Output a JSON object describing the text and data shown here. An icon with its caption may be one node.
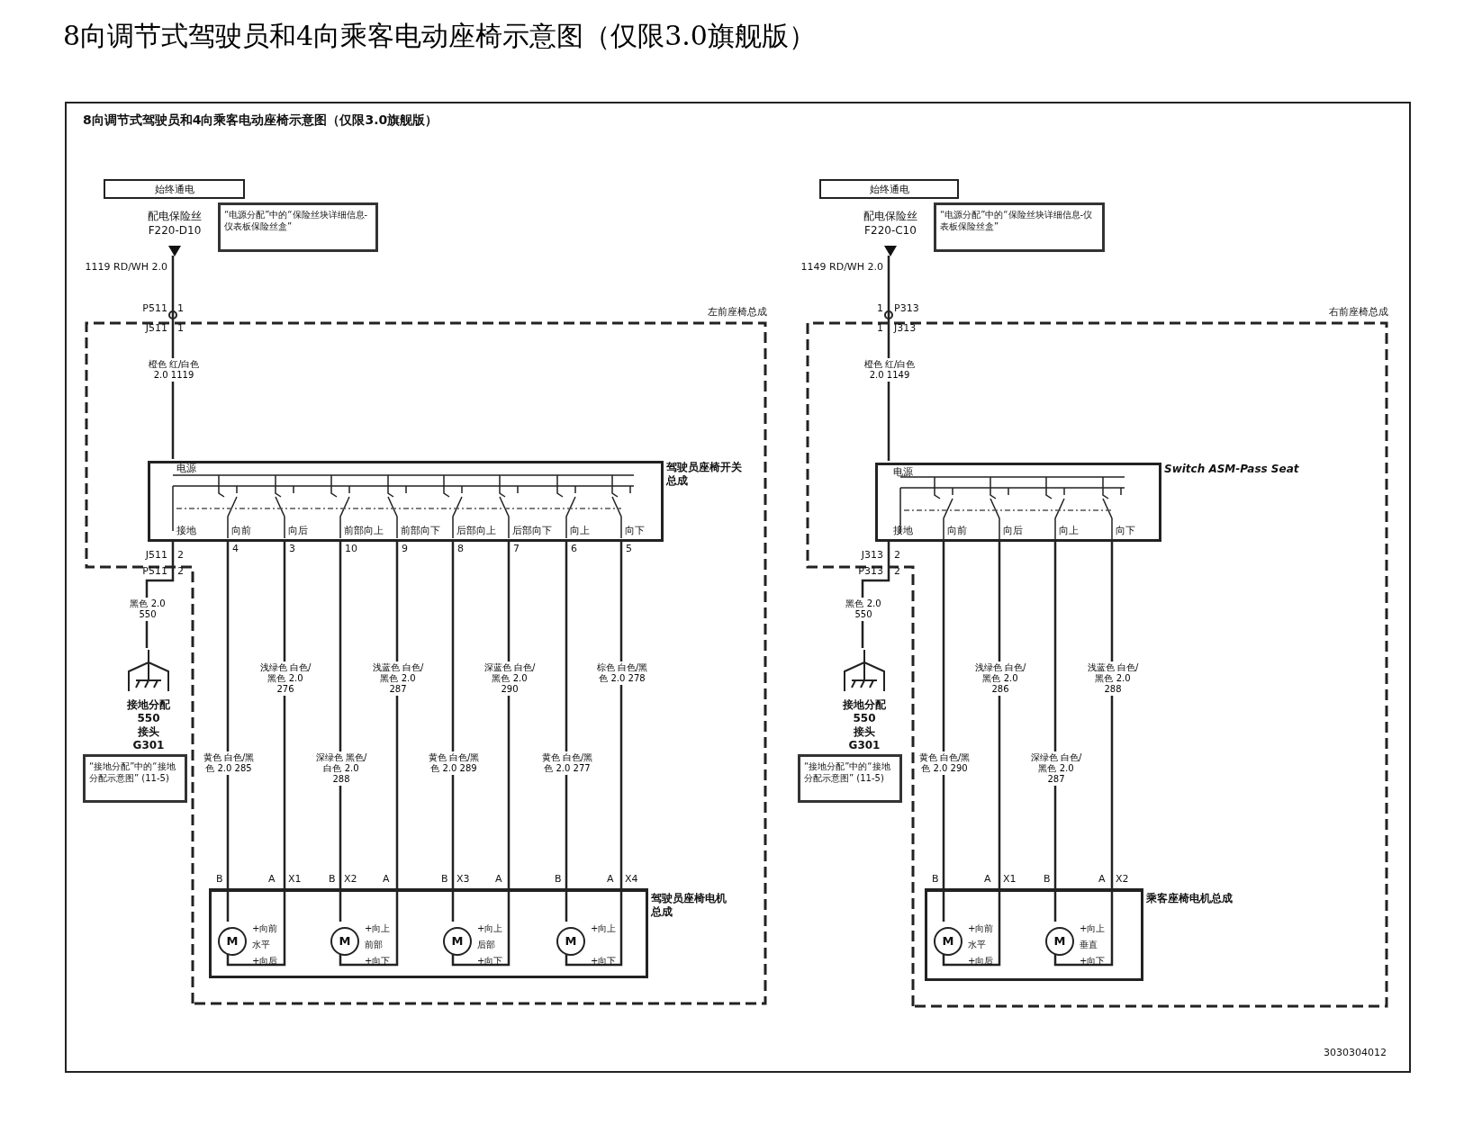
{
  "diagram": {
    "title": "8向调节式驾驶员和4向乘客电动座椅示意图（仅限3.0旗舰版）",
    "nodes": [
      {
        "text": [
          "8向调节式驾驶员和4向乘客电动座椅示意图（仅限3.0旗舰版）"
        ]
      },
      {
        "text": [
          "始终通电"
        ],
        "in": 0
      },
      {
        "text": [
          "配电保险丝",
          "F220-D10"
        ],
        "in": 0
      },
      {
        "text": [
          "“电源分配”中的“保险丝块详细信息-仪表板保险丝盒”"
        ],
        "in": 0
      },
      {
        "text": [
          "左前座椅总成"
        ],
        "in": 0
      },
      {
        "text": [
          "驾驶员座椅开关总成"
        ],
        "in": 4
      },
      {
        "text": [
          "驾驶员座椅电机总成"
        ],
        "in": 4
      },
      {
        "text": [
          "M"
        ],
        "in": 6,
        "beside": [
          "+向前",
          "水平",
          "+向后"
        ]
      },
      {
        "text": [
          "M"
        ],
        "in": 6,
        "beside": [
          "+向上",
          "前部",
          "+向下"
        ]
      },
      {
        "text": [
          "M"
        ],
        "in": 6,
        "beside": [
          "+向上",
          "后部",
          "+向下"
        ]
      },
      {
        "text": [
          "M"
        ],
        "in": 6,
        "beside": [
          "+向上",
          "+向下"
        ]
      },
      {
        "text": [
          "接地分配 550 接头 G301"
        ],
        "in": 0
      },
      {
        "text": [
          "“接地分配”中的“接地分配示意图” (11-5)"
        ],
        "in": 0
      },
      {
        "text": [
          "始终通电"
        ],
        "in": 0
      },
      {
        "text": [
          "配电保险丝",
          "F220-C10"
        ],
        "in": 0
      },
      {
        "text": [
          "“电源分配”中的“保险丝块详细信息-仪表板保险丝盒”"
        ],
        "in": 0
      },
      {
        "text": [
          "右前座椅总成"
        ],
        "in": 0
      },
      {
        "text": [
          "Switch ASM-Pass Seat"
        ],
        "in": 16
      },
      {
        "text": [
          "乘客座椅电机总成"
        ],
        "in": 16
      },
      {
        "text": [
          "M"
        ],
        "in": 18,
        "beside": [
          "+向前",
          "水平",
          "+向后"
        ]
      },
      {
        "text": [
          "M"
        ],
        "in": 18,
        "beside": [
          "+向上",
          "垂直",
          "+向下"
        ]
      },
      {
        "text": [
          "接地分配 550 接头 G301"
        ],
        "in": 0
      },
      {
        "text": [
          "“接地分配”中的“接地分配示意图” (11-5)"
        ],
        "in": 0
      }
    ],
    "edges": [
      {
        "from": 2,
        "to": 5,
        "arrow": "none",
        "label": "橙色 红/白色 2.0 1119"
      },
      {
        "from": 5,
        "to": 11,
        "arrow": "none",
        "label": "黑色 2.0 550"
      },
      {
        "from": 5,
        "to": 7,
        "arrow": "none",
        "label": "黄色 白色/黑色 2.0 285"
      },
      {
        "from": 5,
        "to": 7,
        "arrow": "none",
        "label": "浅绿色 白色/黑色 2.0 276"
      },
      {
        "from": 5,
        "to": 8,
        "arrow": "none",
        "label": "深绿色 黑色/白色 2.0 288"
      },
      {
        "from": 5,
        "to": 8,
        "arrow": "none",
        "label": "浅蓝色 白色/黑色 2.0 287"
      },
      {
        "from": 5,
        "to": 9,
        "arrow": "none",
        "label": "黄色 白色/黑色 2.0 289"
      },
      {
        "from": 5,
        "to": 9,
        "arrow": "none",
        "label": "深蓝色 白色/黑色 2.0 290"
      },
      {
        "from": 5,
        "to": 10,
        "arrow": "none",
        "label": "黄色 白色/黑色 2.0 277"
      },
      {
        "from": 5,
        "to": 10,
        "arrow": "none",
        "label": "棕色 白色/黑色 2.0 278"
      },
      {
        "from": 14,
        "to": 17,
        "arrow": "none",
        "label": "橙色 红/白色 2.0 1149"
      },
      {
        "from": 17,
        "to": 21,
        "arrow": "none",
        "label": "黑色 2.0 550"
      },
      {
        "from": 17,
        "to": 19,
        "arrow": "none",
        "label": "黄色 白色/黑色 2.0 290"
      },
      {
        "from": 17,
        "to": 19,
        "arrow": "none",
        "label": "浅绿色 白色/黑色 2.0 286"
      },
      {
        "from": 17,
        "to": 20,
        "arrow": "none",
        "label": "深绿色 白色/黑色 2.0 287"
      },
      {
        "from": 17,
        "to": 20,
        "arrow": "none",
        "label": "浅蓝色 白色/黑色 2.0 288"
      }
    ],
    "labels": [
      "1119 RD/WH 2.0",
      "P511",
      "1",
      "J511",
      "1",
      "电源",
      "接地",
      "向前",
      "向后",
      "前部向上",
      "前部向下",
      "后部向上",
      "后部向下",
      "向上",
      "向下",
      "4",
      "3",
      "10",
      "9",
      "8",
      "7",
      "6",
      "5",
      "J511",
      "2",
      "P511",
      "2",
      "B",
      "A",
      "X1",
      "B",
      "X2",
      "A",
      "B",
      "X3",
      "A",
      "B",
      "A",
      "X4",
      "1149 RD/WH 2.0",
      "1",
      "P313",
      "1",
      "J313",
      "电源",
      "接地",
      "向前",
      "向后",
      "向上",
      "向下",
      "J313",
      "2",
      "P313",
      "2",
      "B",
      "A",
      "X1",
      "B",
      "A",
      "X2",
      "3030304012"
    ]
  }
}
